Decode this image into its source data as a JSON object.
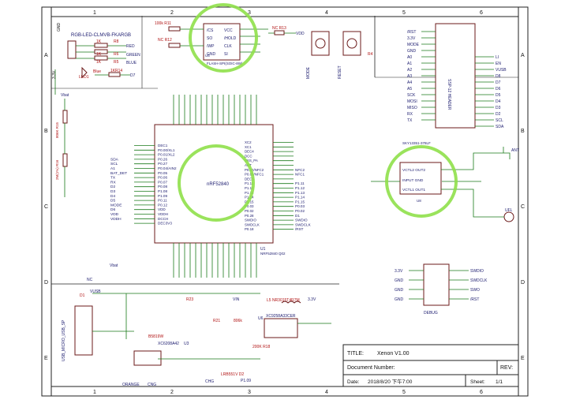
{
  "columns": [
    "1",
    "2",
    "3",
    "4",
    "5",
    "6"
  ],
  "rows": [
    "A",
    "B",
    "C",
    "D",
    "E"
  ],
  "leds": {
    "title": "RGB-LED-CLMVB-FKARGB",
    "r_labels": [
      "R8",
      "R6",
      "R5",
      "R14"
    ],
    "r_values": [
      "1K",
      "1K",
      "1K",
      "1K"
    ],
    "colors": [
      "RED",
      "GREEN",
      "BLUE"
    ],
    "red_led": "LED1",
    "led_desc": "Blue",
    "net": "D7",
    "ref": "GND",
    "vpin": "3.3V"
  },
  "flash": {
    "r1": "100k R11",
    "r2": "NC R12",
    "pins_left": [
      "/CS",
      "SO",
      "/WP",
      "GND"
    ],
    "pins_right": [
      "VCC",
      "/HOLD",
      "CLK",
      "SI"
    ],
    "part": "FLASH-SPI(SOIC-8W)",
    "ref": "U5",
    "nc_r13": "NC R13",
    "vdd": "VDD"
  },
  "buttons": {
    "left": "MODE",
    "right": "RESET",
    "ref": "R4"
  },
  "header": {
    "ref": "/RST",
    "left_pins": [
      "/RST",
      "3.3V",
      "MODE",
      "GND",
      "A0",
      "A1",
      "A2",
      "A3",
      "A4",
      "A5",
      "SCK",
      "MOSI",
      "MISO",
      "RX",
      "TX"
    ],
    "right_pins": [
      "LI",
      "EN",
      "VUSB",
      "D8",
      "D7",
      "D6",
      "D5",
      "D4",
      "D3",
      "D2",
      "SCL",
      "SDA"
    ],
    "label": "SSP-12 HEADER"
  },
  "mcu": {
    "name": "nRF52840",
    "ref": "U1",
    "part": "NRF52840 Q02",
    "left_pins": [
      "DEC1",
      "P0.00/XL1",
      "P0.01/XL2",
      "P0.26",
      "P0.27",
      "P0.04/AIN2",
      "P0.05",
      "P0.06",
      "P0.07",
      "P0.08",
      "P1.08",
      "P1.09",
      "P0.11",
      "P0.12",
      "VDD",
      "VDDH",
      "DCCH",
      "DEC3V3"
    ],
    "left_nets": [
      "",
      "",
      "",
      "SDA",
      "SCL",
      "A1",
      "BAT_DET",
      "TX",
      "RX",
      "D2",
      "D3",
      "D4",
      "D5",
      "MODE",
      "D6",
      "VDD",
      "VDDH",
      ""
    ],
    "right_pins": [
      "XC2",
      "XC1",
      "DEC4",
      "DCC",
      "VSS_PA",
      "ANT",
      "P0.10/NFC2",
      "P0.09/NFC1",
      "DEC5",
      "P1.11",
      "P1.12",
      "P1.13",
      "P1.14",
      "P1.15",
      "P0.03",
      "P0.02",
      "P0.28",
      "SWDIO",
      "SWDCLK",
      "P0.18"
    ],
    "right_nets": [
      "",
      "",
      "",
      "",
      "",
      "",
      "NFC2",
      "NFC1",
      "",
      "P1.11",
      "P1.12",
      "P1.13",
      "P1.14",
      "P1.15",
      "P0.03",
      "P0.02",
      "D1",
      "SWDIO",
      "SWDCLK",
      "/RST"
    ]
  },
  "rf": {
    "part": "SKY13351-378LF",
    "pins": [
      "VCTL2 OUT2",
      "INPUT  GND",
      "VCTL1 OUT1"
    ],
    "ref": "U8",
    "ant": "ANT",
    "ufl": "UFL"
  },
  "debug": {
    "label": "DEBUG",
    "left": [
      "3.3V",
      "GND",
      "GND",
      "GND"
    ],
    "right": [
      "SWDIO",
      "SWDCLK",
      "SWO",
      "/RST"
    ]
  },
  "power": {
    "usb": "USB_MICRO_USB_SP",
    "d1": "D1",
    "vusb": "VUSB",
    "nc": "NC",
    "vbat": "Vbat",
    "u3": "XC6208A42",
    "u3ref": "U3",
    "diode": "B5819W",
    "u6": "XC9258A33CER",
    "u6ref": "U6",
    "inductor": "L5 NR3015T4R7M",
    "r18": "200K R18",
    "r21": "R21",
    "r21v": "806k",
    "r23": "R23",
    "d2": "LRB551V D2",
    "v33": "3.3V",
    "vin": "VIN",
    "chg": "CHG",
    "orange": "ORANGE",
    "p109": "P1.09",
    "cng": "CNG"
  },
  "title_block": {
    "title_label": "TITLE:",
    "title_value": "Xenon V1.00",
    "doc_label": "Document Number:",
    "rev_label": "REV:",
    "date_label": "Date:",
    "date_value": "2018/8/20 下午7:00",
    "sheet_label": "Sheet:",
    "sheet_value": "1/1"
  },
  "bat": {
    "vbat": "Vbat",
    "r15": "806K R15",
    "r16": "2M(1%) R16"
  },
  "colors": {
    "highlight": "#8fe04a",
    "wire": "#1a7a1a",
    "text": "#1a1a6e",
    "component": "#b01010"
  }
}
